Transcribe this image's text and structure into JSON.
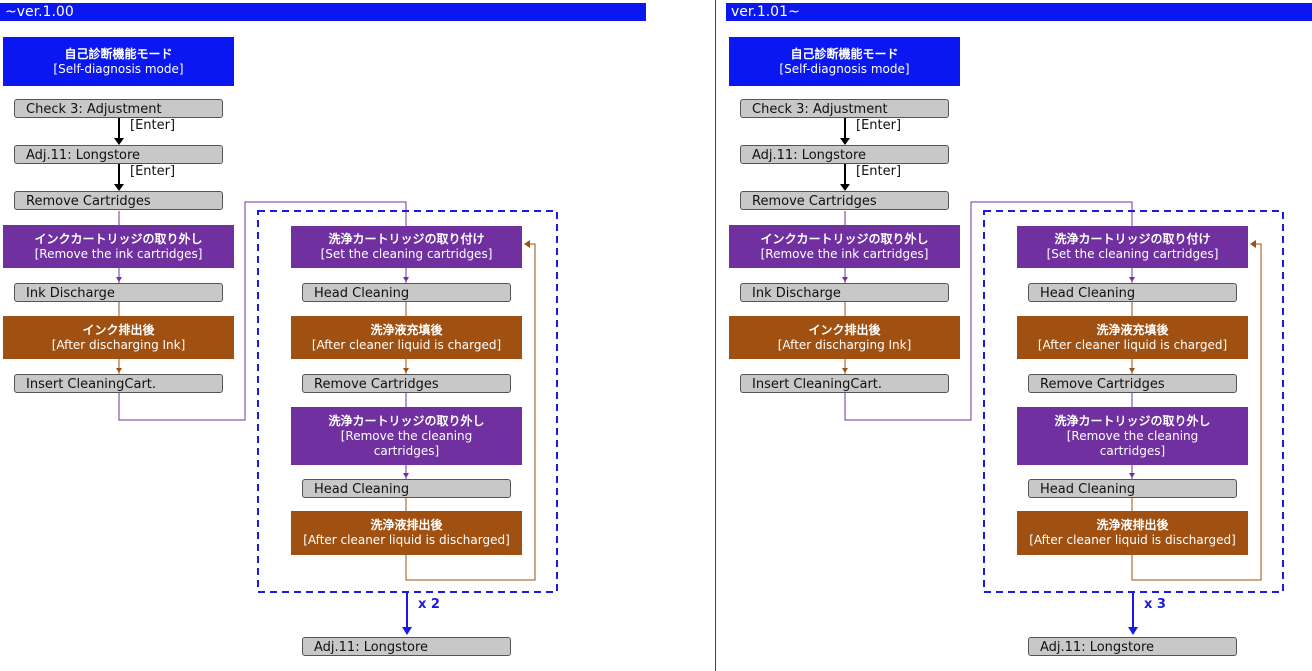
{
  "panels": [
    {
      "header": "~ver.1.00",
      "mode_jp": "自己診断機能モード",
      "mode_en": "[Self-diagnosis mode]",
      "left_steps": {
        "check": "Check 3:  Adjustment",
        "enter1": "[Enter]",
        "adj": "Adj.11: Longstore",
        "enter2": "[Enter]",
        "remove_cart": "Remove Cartridges",
        "remove_ink_jp": "インクカートリッジの取り外し",
        "remove_ink_en": "[Remove the ink cartridges]",
        "ink_discharge": "Ink Discharge",
        "after_ink_jp": "インク排出後",
        "after_ink_en": "[After discharging Ink]",
        "insert_cleaning": "Insert CleaningCart."
      },
      "loop_steps": {
        "set_clean_jp": "洗浄カートリッジの取り付け",
        "set_clean_en": "[Set the cleaning cartridges]",
        "head_clean1": "Head Cleaning",
        "charged_jp": "洗浄液充填後",
        "charged_en": "[After cleaner liquid is charged]",
        "remove_cart": "Remove Cartridges",
        "remove_clean_jp": "洗浄カートリッジの取り外し",
        "remove_clean_en1": "[Remove the cleaning",
        "remove_clean_en2": "cartridges]",
        "head_clean2": "Head Cleaning",
        "discharged_jp": "洗浄液排出後",
        "discharged_en": "[After cleaner liquid is discharged]"
      },
      "repeat": "x 2",
      "final": "Adj.11: Longstore"
    },
    {
      "header": "ver.1.01~",
      "mode_jp": "自己診断機能モード",
      "mode_en": "[Self-diagnosis mode]",
      "left_steps": {
        "check": "Check 3:  Adjustment",
        "enter1": "[Enter]",
        "adj": "Adj.11: Longstore",
        "enter2": "[Enter]",
        "remove_cart": "Remove Cartridges",
        "remove_ink_jp": "インクカートリッジの取り外し",
        "remove_ink_en": "[Remove the ink cartridges]",
        "ink_discharge": "Ink Discharge",
        "after_ink_jp": "インク排出後",
        "after_ink_en": "[After discharging Ink]",
        "insert_cleaning": "Insert CleaningCart."
      },
      "loop_steps": {
        "set_clean_jp": "洗浄カートリッジの取り付け",
        "set_clean_en": "[Set the cleaning cartridges]",
        "head_clean1": "Head Cleaning",
        "charged_jp": "洗浄液充填後",
        "charged_en": "[After cleaner liquid is charged]",
        "remove_cart": "Remove Cartridges",
        "remove_clean_jp": "洗浄カートリッジの取り外し",
        "remove_clean_en1": "[Remove the cleaning",
        "remove_clean_en2": "cartridges]",
        "head_clean2": "Head Cleaning",
        "discharged_jp": "洗浄液排出後",
        "discharged_en": "[After cleaner liquid is discharged]"
      },
      "repeat": "x 3",
      "final": "Adj.11: Longstore"
    }
  ],
  "colors": {
    "header_blue": "#0a17f0",
    "purple": "#7030a0",
    "brown": "#a05010",
    "gray": "#c8c8c8"
  }
}
